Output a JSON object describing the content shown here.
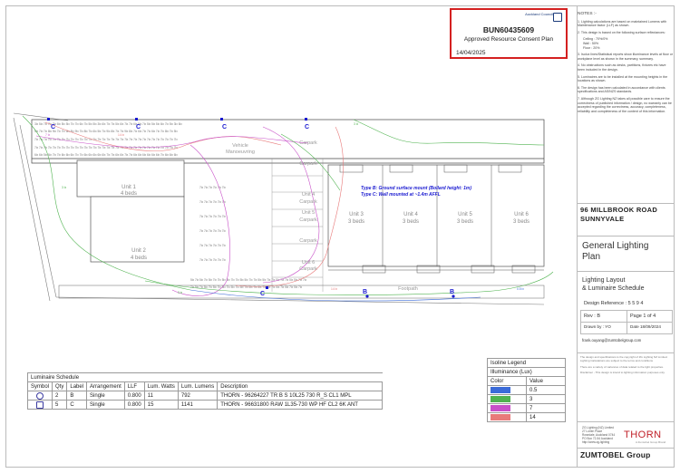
{
  "consent_stamp": {
    "id": "BUN60435609",
    "description": "Approved Resource Consent Plan",
    "date": "14/04/2025",
    "council": "Auckland Council"
  },
  "notes": {
    "title": "NOTES :-",
    "items": [
      "1. Lighting calculations are based on maintained Lumens with Maintenance factor (LLF) as shown.",
      "2. This design is based on the following surface reflectances:",
      "3. Isolux lines/Statistical reports show illuminance levels at floor or workplane level as shown in the summary, summary.",
      "4. No obstructions such as desks, partitions, fixtures etc have been included in the design.",
      "5. Luminaires are to be installed at the mounting heights in the locations as shown.",
      "6. The design has been calculated in accordance with clients specifications and AS/NZS standards.",
      "7. Although ZG Lighting NZ takes all possible care to ensure the correctness of published information / design, no warranty can be accepted regarding the correctness, accuracy, completeness, reliability and completeness of the content of this information."
    ],
    "reflectances": [
      {
        "surface": "Ceiling",
        "value": ": 70%/0%"
      },
      {
        "surface": "Wall",
        "value": ": 50%"
      },
      {
        "surface": "Floor",
        "value": ": 20%"
      }
    ]
  },
  "project": {
    "address_line1": "96 MILLBROOK ROAD",
    "address_line2": "SUNNYVALE"
  },
  "plan_title": {
    "line1": "General Lighting",
    "line2": "Plan"
  },
  "sheet": {
    "title_line1": "Lighting Layout",
    "title_line2": "& Luminaire Schedule",
    "design_reference": "Design Reference : 5 5 9 4",
    "rev": "Rev : B",
    "page": "Page 1 of 4",
    "drawn_by": "Drawn by : YO",
    "date": "Date 18/09/2024",
    "email": "frank.ouyang@zumtobelgroup.com"
  },
  "small_print": [
    "The design and specifications is the copyright of ZG Lighting NZ Limited. Lighting Calculations are subject to the terms and conditions",
    "There are a variety of variances of data related to the light properties.",
    "Disclaimer - This design is intend to lighting information purposes only."
  ],
  "company": {
    "name": "ZG Lighting (NZ) Limited",
    "address": [
      "27 Lorien Place",
      "Rosedale, Auckland 0744",
      "PO Box 72-54 Auckland",
      "http://www.zg-lighting"
    ],
    "brand": "THORN",
    "brand_sub": "A Zumtobel Group Brand",
    "group": "ZUMTOBEL Group"
  },
  "drawing": {
    "units": [
      {
        "name": "Unit 1",
        "beds": "4 beds"
      },
      {
        "name": "Unit 2",
        "beds": "4 beds"
      },
      {
        "name": "Unit 3",
        "beds": "3 beds"
      },
      {
        "name": "Unit 4",
        "beds": "3 beds"
      },
      {
        "name": "Unit 5",
        "beds": "3 beds"
      },
      {
        "name": "Unit 6",
        "beds": "3 beds"
      }
    ],
    "type_note_b": "Type B: Ground surface mount (Bollard height: 1m)",
    "type_note_c": "Type C: Wall mounted at ~1.4m AFFL",
    "label_c": "C",
    "label_b": "B",
    "labels": [
      "Vehicle",
      "Manoeuvring",
      "Carpark",
      "Carpark",
      "Unit 4",
      "Carpark",
      "Unit 5",
      "Carpark",
      "Footpath",
      "Carpark",
      "Unit 6",
      "Carpark"
    ],
    "isolux_labels": [
      "7 lx",
      "3 lx",
      "14 lx",
      "0.5 lx",
      "3 lx",
      "0.5 lx"
    ]
  },
  "luminaire_schedule": {
    "title": "Luminaire Schedule",
    "headers": [
      "Symbol",
      "Qty",
      "Label",
      "Arrangement",
      "LLF",
      "Lum. Watts",
      "Lum. Lumens",
      "Description"
    ],
    "rows": [
      {
        "symbol": "circle-symbol-icon",
        "qty": "2",
        "label": "B",
        "arrangement": "Single",
        "llf": "0.800",
        "watts": "11",
        "lumens": "792",
        "description": "THORN - 96264227 TR B S 10L25 730 R_S CL1 MPL"
      },
      {
        "symbol": "square-symbol-icon",
        "qty": "5",
        "label": "C",
        "arrangement": "Single",
        "llf": "0.800",
        "watts": "15",
        "lumens": "1141",
        "description": "THORN - 96631800 RAW 1L35-730 WP HF CL2 6K ANT"
      }
    ]
  },
  "isoline_legend": {
    "title": "Isoline Legend",
    "subtitle": "Illuminance (Lux)",
    "headers": [
      "Color",
      "Value"
    ],
    "rows": [
      {
        "value": "0.5",
        "color": "#3b6bd8"
      },
      {
        "value": "3",
        "color": "#4fb34f"
      },
      {
        "value": "7",
        "color": "#c850c8"
      },
      {
        "value": "14",
        "color": "#e87a7a"
      }
    ]
  }
}
